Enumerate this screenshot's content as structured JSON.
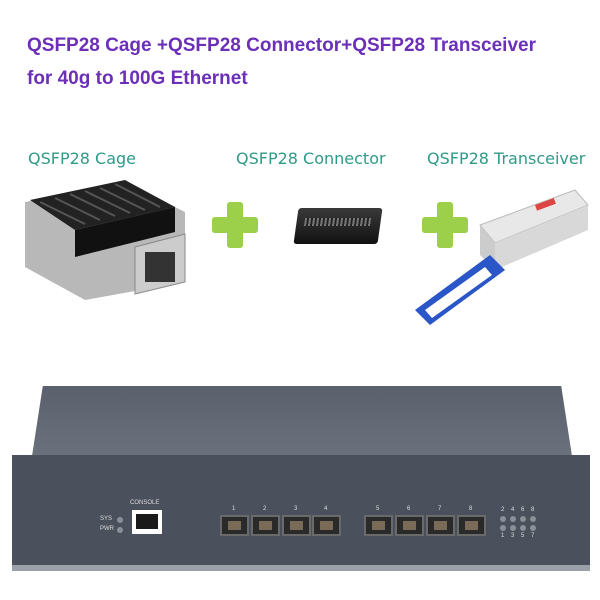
{
  "title": {
    "line1": "QSFP28 Cage +QSFP28 Connector+QSFP28 Transceiver",
    "line2": "for 40g to 100G Ethernet"
  },
  "products": [
    {
      "label": "QSFP28 Cage"
    },
    {
      "label": "QSFP28 Connector"
    },
    {
      "label": "QSFP28 Transceiver"
    }
  ],
  "switch": {
    "console_label": "CONSOLE",
    "leds": [
      "SYS",
      "PWR"
    ],
    "ports": [
      "1",
      "2",
      "3",
      "4",
      "5",
      "6",
      "7",
      "8"
    ],
    "led_top": [
      "2",
      "4",
      "6",
      "8"
    ],
    "led_bottom": [
      "1",
      "3",
      "5",
      "7"
    ]
  },
  "colors": {
    "title": "#6b2fb8",
    "label": "#2f9a88",
    "plus": "#9ccf4a"
  }
}
